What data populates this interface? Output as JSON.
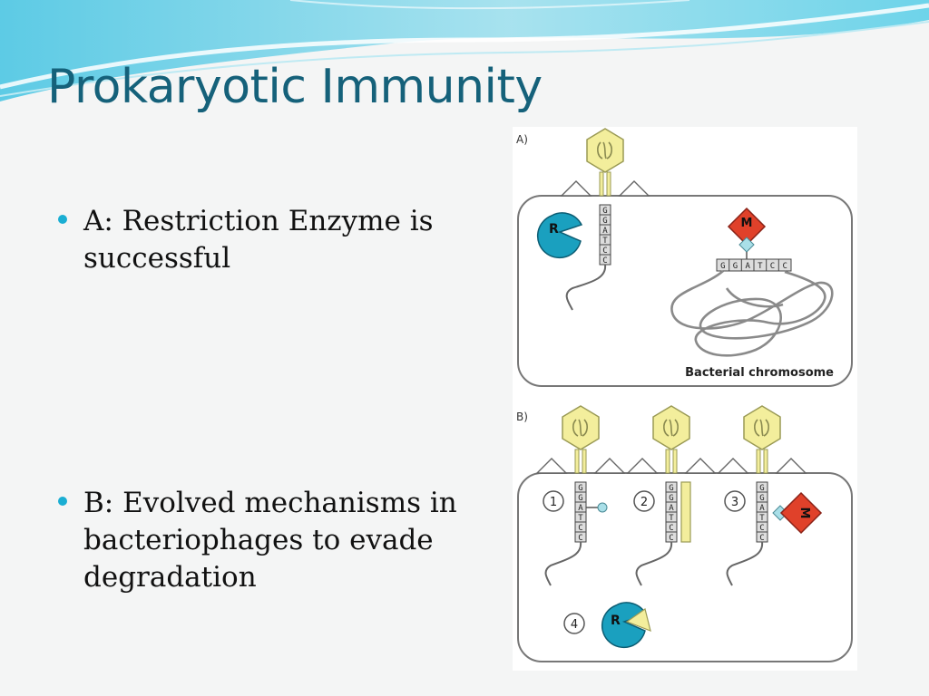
{
  "slide": {
    "title": "Prokaryotic Immunity",
    "bullets": [
      {
        "text": "A: Restriction Enzyme is successful"
      },
      {
        "text": "B: Evolved mechanisms in bacteriophages to evade degradation"
      }
    ],
    "accent_color": "#1aaed3",
    "title_color": "#15617a"
  },
  "figure": {
    "panel_a_label": "A)",
    "panel_b_label": "B)",
    "enzyme_r": "R",
    "enzyme_m": "M",
    "sequence_bases": [
      "G",
      "G",
      "A",
      "T",
      "C",
      "C"
    ],
    "chromosome_label": "Bacterial chromosome",
    "mechanism_numbers": [
      "1",
      "2",
      "3",
      "4"
    ],
    "colors": {
      "restriction_enzyme": "#1aa0bf",
      "methylase": "#e0412a",
      "phage": "#f3ee9c",
      "methyl_mark": "#a9dfe8"
    }
  }
}
